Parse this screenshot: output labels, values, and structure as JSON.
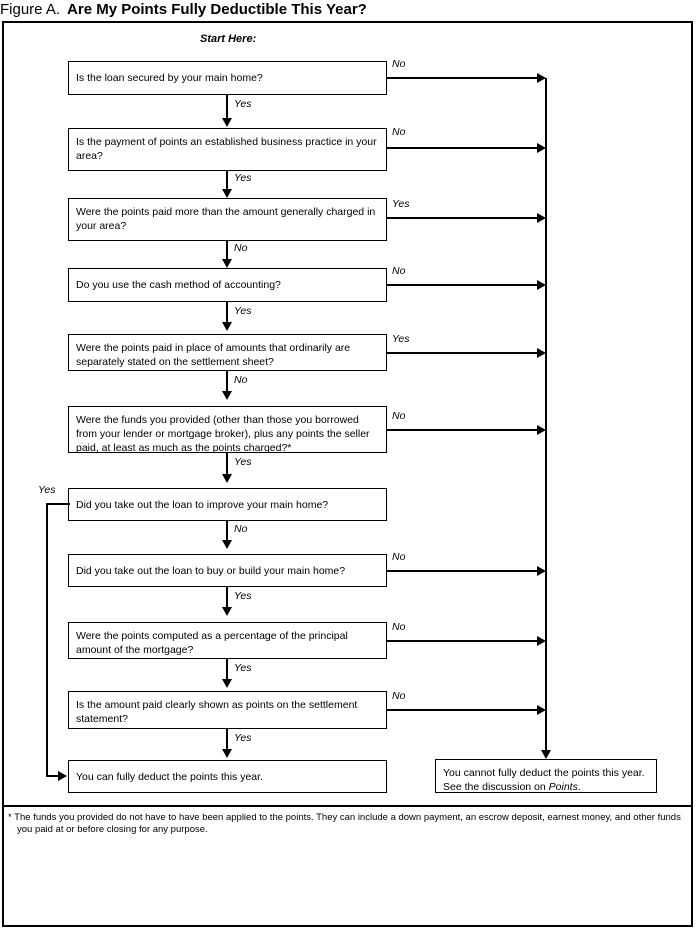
{
  "figure": {
    "label": "Figure A.",
    "title": "Are My Points Fully Deductible This Year?",
    "start_label": "Start Here:"
  },
  "labels": {
    "yes": "Yes",
    "no": "No"
  },
  "nodes": [
    {
      "id": "q1",
      "text": "Is the loan secured by your main home?"
    },
    {
      "id": "q2",
      "text": "Is the payment of points an established business practice in your area?"
    },
    {
      "id": "q3",
      "text": "Were the points paid more than the amount generally charged in your area?"
    },
    {
      "id": "q4",
      "text": "Do you use the cash method of accounting?"
    },
    {
      "id": "q5",
      "text": "Were the points paid in place of amounts that ordinarily are separately stated on the settlement sheet?"
    },
    {
      "id": "q6",
      "text": "Were the funds you provided (other than those you borrowed from your lender or mortgage broker), plus any points the seller paid, at least as much as the points charged?*"
    },
    {
      "id": "q7",
      "text": "Did you take out the loan to improve your main home?"
    },
    {
      "id": "q8",
      "text": "Did you take out the loan to buy or build your main home?"
    },
    {
      "id": "q9",
      "text": "Were the points computed as a percentage of the principal amount of the mortgage?"
    },
    {
      "id": "q10",
      "text": "Is the amount paid clearly shown as points on the settlement statement?"
    },
    {
      "id": "deductible",
      "text": "You can fully deduct the points this year."
    },
    {
      "id": "not_deductible_1",
      "text": "You cannot fully deduct the points this"
    },
    {
      "id": "not_deductible_2",
      "text": "year. See the discussion on "
    },
    {
      "id": "not_deductible_3",
      "text": "Points"
    },
    {
      "id": "not_deductible_4",
      "text": "."
    }
  ],
  "edges": [
    {
      "from": "q1",
      "label": "No",
      "to": "not-deductible"
    },
    {
      "from": "q1",
      "label": "Yes",
      "to": "q2"
    },
    {
      "from": "q2",
      "label": "No",
      "to": "not-deductible"
    },
    {
      "from": "q2",
      "label": "Yes",
      "to": "q3"
    },
    {
      "from": "q3",
      "label": "Yes",
      "to": "not-deductible"
    },
    {
      "from": "q3",
      "label": "No",
      "to": "q4"
    },
    {
      "from": "q4",
      "label": "No",
      "to": "not-deductible"
    },
    {
      "from": "q4",
      "label": "Yes",
      "to": "q5"
    },
    {
      "from": "q5",
      "label": "Yes",
      "to": "not-deductible"
    },
    {
      "from": "q5",
      "label": "No",
      "to": "q6"
    },
    {
      "from": "q6",
      "label": "No",
      "to": "not-deductible"
    },
    {
      "from": "q6",
      "label": "Yes",
      "to": "q7"
    },
    {
      "from": "q7",
      "label": "Yes",
      "to": "deductible"
    },
    {
      "from": "q7",
      "label": "No",
      "to": "q8"
    },
    {
      "from": "q8",
      "label": "No",
      "to": "not-deductible"
    },
    {
      "from": "q8",
      "label": "Yes",
      "to": "q9"
    },
    {
      "from": "q9",
      "label": "No",
      "to": "not-deductible"
    },
    {
      "from": "q9",
      "label": "Yes",
      "to": "q10"
    },
    {
      "from": "q10",
      "label": "No",
      "to": "not-deductible"
    },
    {
      "from": "q10",
      "label": "Yes",
      "to": "deductible"
    }
  ],
  "footnote": {
    "star": "*",
    "line1": "The funds you provided do not have to have been applied to the points. They can include a down payment, an escrow deposit, earnest money, and other funds",
    "line2": "you paid at or before closing for any purpose."
  },
  "colors": {
    "ink": "#000000",
    "paper": "#ffffff"
  }
}
